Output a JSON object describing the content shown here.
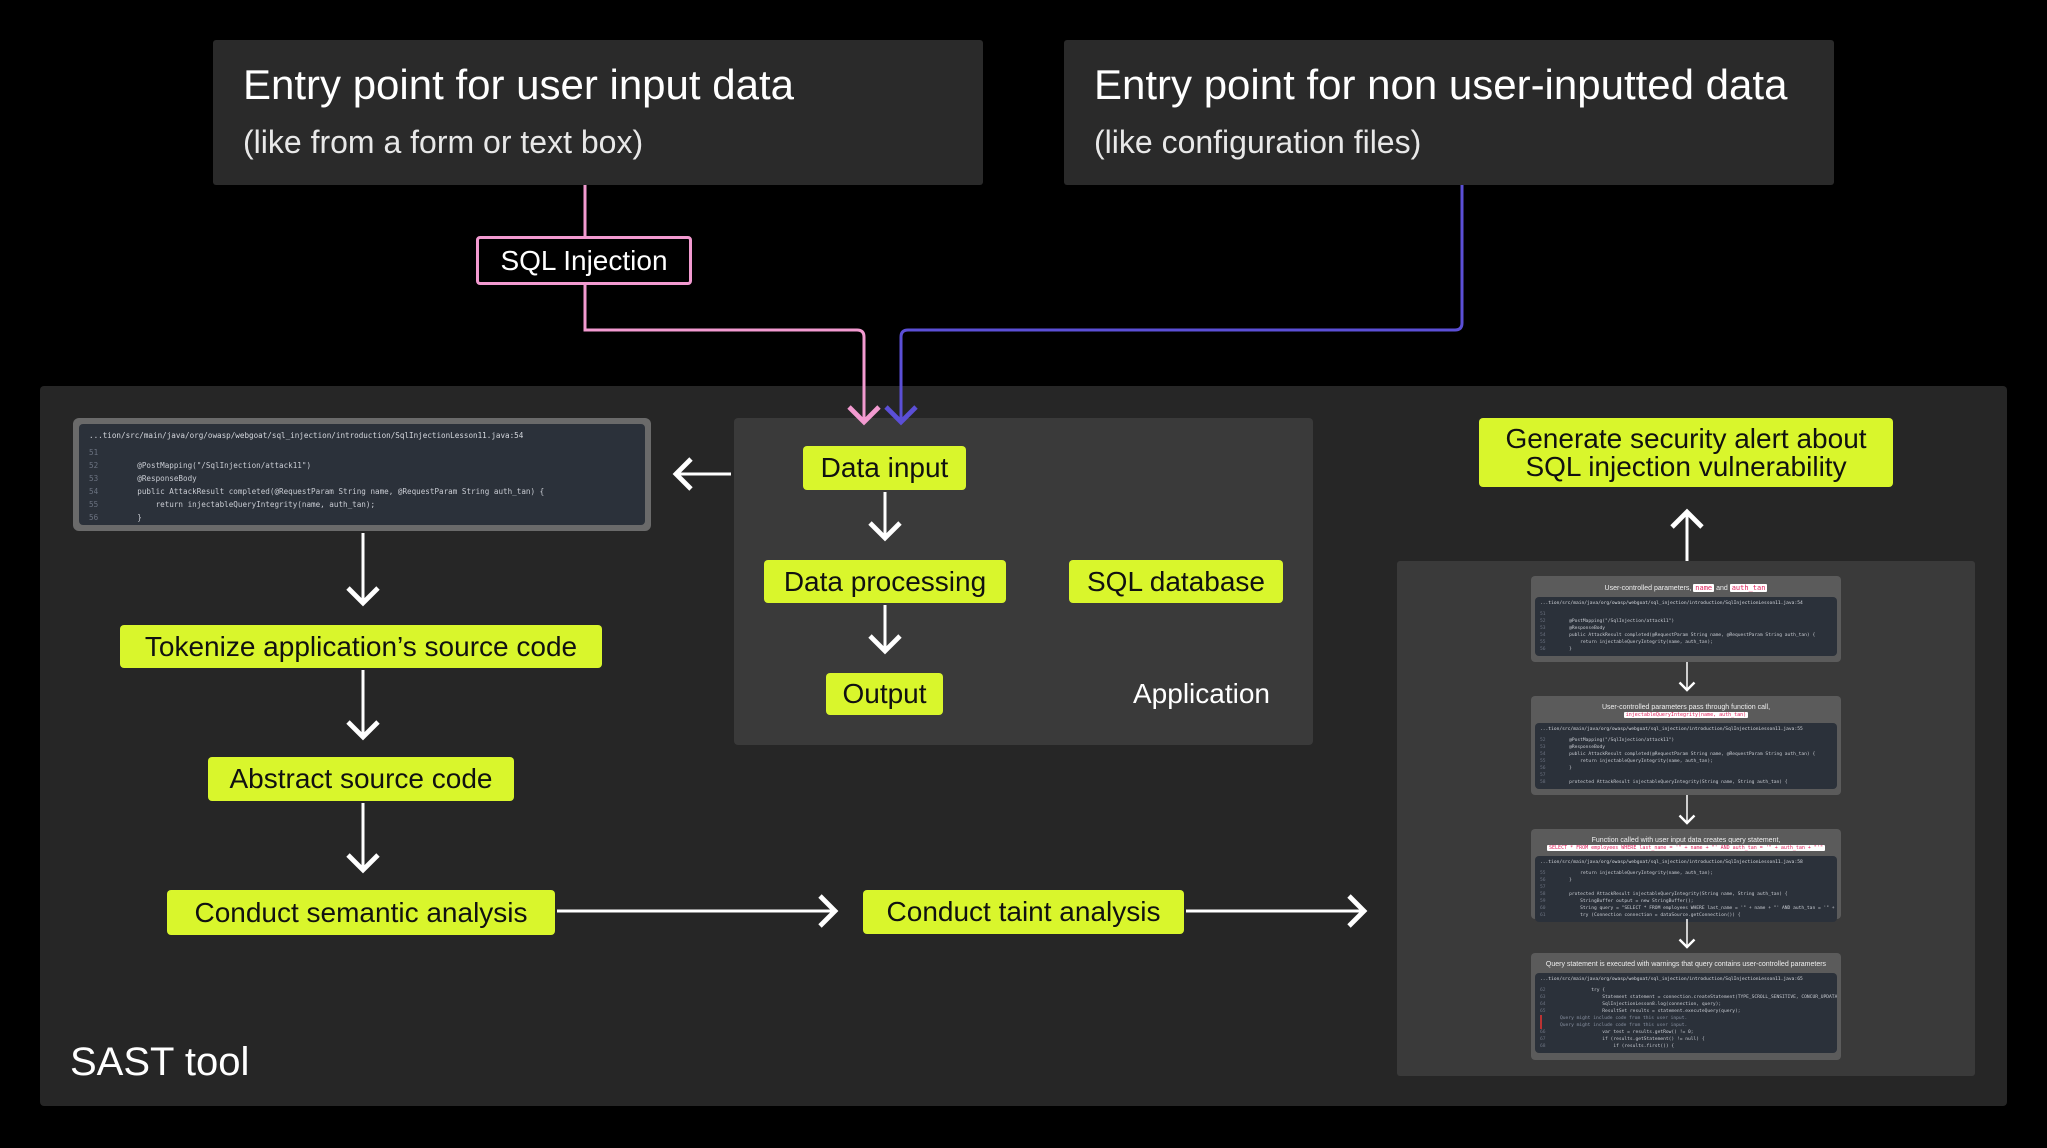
{
  "entry_user": {
    "title": "Entry point for user input data",
    "subtitle": "(like from a form or text box)"
  },
  "entry_nonuser": {
    "title": "Entry point for non user-inputted data",
    "subtitle": "(like configuration files)"
  },
  "sql_injection_label": "SQL Injection",
  "sast_label": "SAST tool",
  "application": {
    "label": "Application",
    "data_input": "Data input",
    "data_processing": "Data processing",
    "output": "Output",
    "sql_database": "SQL database"
  },
  "steps": {
    "tokenize": "Tokenize application’s source code",
    "abstract": "Abstract source code",
    "semantic": "Conduct semantic analysis",
    "taint": "Conduct taint analysis",
    "alert": "Generate security alert about SQL injection vulnerability"
  },
  "code_snippet": {
    "path": "...tion/src/main/java/org/owasp/webgoat/sql_injection/introduction/SqlInjectionLesson11.java:54",
    "lines": [
      [
        "51",
        ""
      ],
      [
        "52",
        "    @PostMapping(\"/SqlInjection/attack11\")"
      ],
      [
        "53",
        "    @ResponseBody"
      ],
      [
        "54",
        "    public AttackResult completed(@RequestParam String name, @RequestParam String auth_tan) {"
      ],
      [
        "55",
        "        return injectableQueryIntegrity(name, auth_tan);"
      ],
      [
        "56",
        "    }"
      ]
    ]
  },
  "cards": [
    {
      "caption": "User-controlled parameters,",
      "hl": [
        "name",
        "auth_tan"
      ],
      "joiner": "and",
      "path": "...tion/src/main/java/org/owasp/webgoat/sql_injection/introduction/SqlInjectionLesson11.java:54",
      "lines": [
        [
          "51",
          ""
        ],
        [
          "52",
          "    @PostMapping(\"/SqlInjection/attack11\")"
        ],
        [
          "53",
          "    @ResponseBody"
        ],
        [
          "54",
          "    public AttackResult completed(@RequestParam String name, @RequestParam String auth_tan) {"
        ],
        [
          "55",
          "        return injectableQueryIntegrity(name, auth_tan);"
        ],
        [
          "56",
          "    }"
        ]
      ]
    },
    {
      "caption": "User-controlled parameters pass through function call,",
      "hl": [
        "injectableQueryIntegrity(name, auth_tan)"
      ],
      "path": "...tion/src/main/java/org/owasp/webgoat/sql_injection/introduction/SqlInjectionLesson11.java:55",
      "lines": [
        [
          "52",
          "    @PostMapping(\"/SqlInjection/attack11\")"
        ],
        [
          "53",
          "    @ResponseBody"
        ],
        [
          "54",
          "    public AttackResult completed(@RequestParam String name, @RequestParam String auth_tan) {"
        ],
        [
          "55",
          "        return injectableQueryIntegrity(name, auth_tan);"
        ],
        [
          "56",
          "    }"
        ],
        [
          "57",
          ""
        ],
        [
          "58",
          "    protected AttackResult injectableQueryIntegrity(String name, String auth_tan) {"
        ]
      ]
    },
    {
      "caption": "Function called with user input data creates query statement,",
      "hl": [
        "SELECT * FROM employees WHERE last_name = '\" + name + \"' AND auth_tan = '\" + auth_tan + \"'\""
      ],
      "path": "...tion/src/main/java/org/owasp/webgoat/sql_injection/introduction/SqlInjectionLesson11.java:58",
      "lines": [
        [
          "55",
          "        return injectableQueryIntegrity(name, auth_tan);"
        ],
        [
          "56",
          "    }"
        ],
        [
          "57",
          ""
        ],
        [
          "58",
          "    protected AttackResult injectableQueryIntegrity(String name, String auth_tan) {"
        ],
        [
          "59",
          "        StringBuffer output = new StringBuffer();"
        ],
        [
          "60",
          "        String query = \"SELECT * FROM employees WHERE last_name = '\" + name + \"' AND auth_tan = '\" + auth_tan + \"'\";"
        ],
        [
          "61",
          "        try (Connection connection = dataSource.getConnection()) {"
        ]
      ]
    },
    {
      "caption": "Query statement is executed with warnings that query contains user-controlled parameters",
      "hl": [],
      "path": "...tion/src/main/java/org/owasp/webgoat/sql_injection/introduction/SqlInjectionLesson11.java:65",
      "lines": [
        [
          "62",
          "            try {"
        ],
        [
          "63",
          "                Statement statement = connection.createStatement(TYPE_SCROLL_SENSITIVE, CONCUR_UPDATABLE);"
        ],
        [
          "64",
          "                SqlInjectionLesson8.log(connection, query);"
        ],
        [
          "65",
          "                ResultSet results = statement.executeQuery(query);"
        ],
        [
          "",
          "Query might include code from this user input."
        ],
        [
          "",
          "Query might include code from this user input."
        ],
        [
          "66",
          "                var test = results.getRow() != 0;"
        ],
        [
          "67",
          "                if (results.getStatement() != null) {"
        ],
        [
          "68",
          "                    if (results.first()) {"
        ]
      ]
    }
  ],
  "colors": {
    "lime": "#d9f62c",
    "pink": "#f29ad0",
    "purple": "#5b4fd6"
  }
}
